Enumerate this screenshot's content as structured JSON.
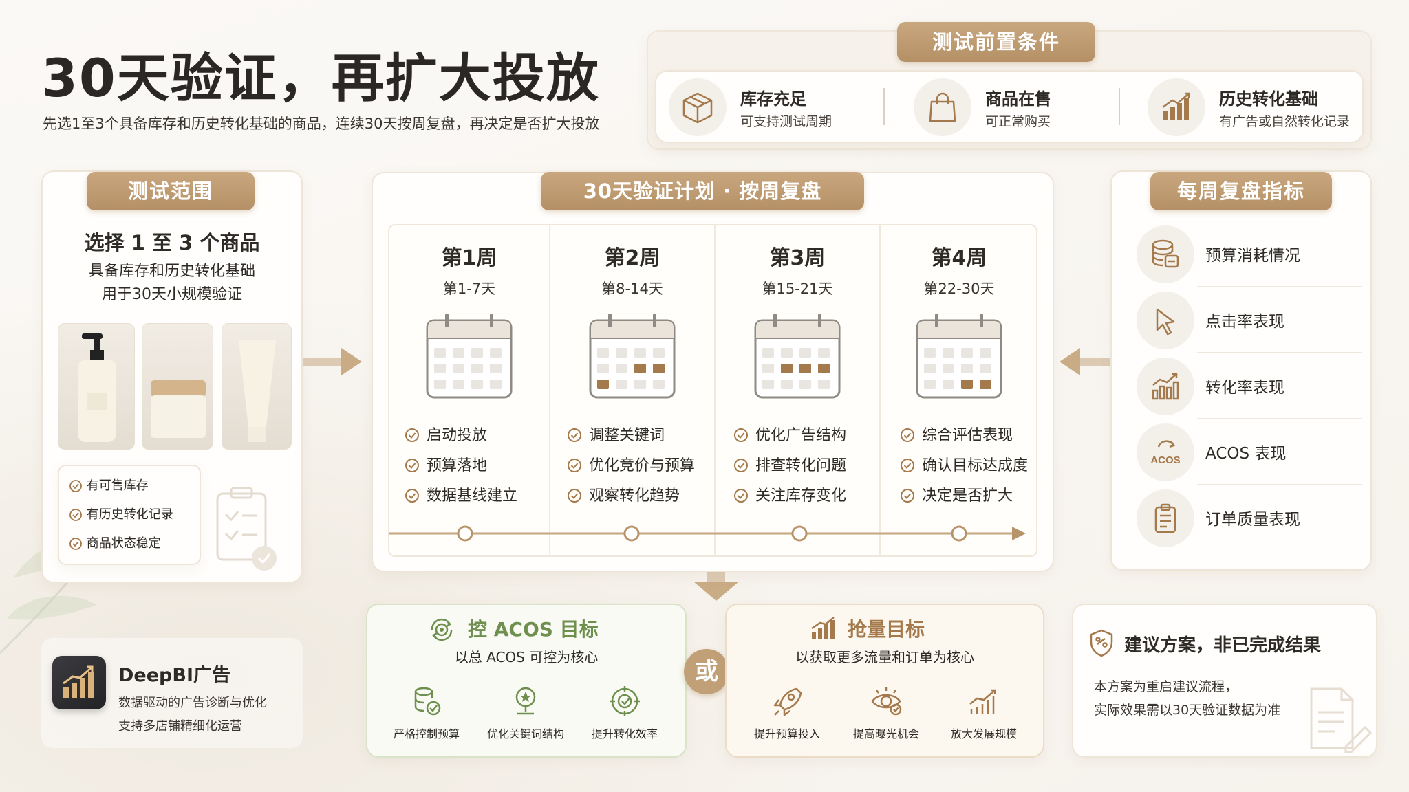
{
  "title": "30天验证，再扩大投放",
  "subtitle": "先选1至3个具备库存和历史转化基础的商品，连续30天按周复盘，再决定是否扩大投放",
  "preconditions": {
    "tag": "测试前置条件",
    "items": [
      {
        "icon": "box-icon",
        "title": "库存充足",
        "desc": "可支持测试周期"
      },
      {
        "icon": "shopping-bag-icon",
        "title": "商品在售",
        "desc": "可正常购买"
      },
      {
        "icon": "bar-growth-icon",
        "title": "历史转化基础",
        "desc": "有广告或自然转化记录"
      }
    ]
  },
  "scope": {
    "tag": "测试范围",
    "heading": "选择 1 至 3 个商品",
    "line1": "具备库存和历史转化基础",
    "line2": "用于30天小规模验证",
    "checks": [
      "有可售库存",
      "有历史转化记录",
      "商品状态稳定"
    ]
  },
  "plan": {
    "tag": "30天验证计划 · 按周复盘",
    "weeks": [
      {
        "title": "第1周",
        "days": "第1-7天",
        "tasks": [
          "启动投放",
          "预算落地",
          "数据基线建立"
        ],
        "highlight": []
      },
      {
        "title": "第2周",
        "days": "第8-14天",
        "tasks": [
          "调整关键词",
          "优化竞价与预算",
          "观察转化趋势"
        ],
        "highlight": [
          6,
          7,
          8
        ]
      },
      {
        "title": "第3周",
        "days": "第15-21天",
        "tasks": [
          "优化广告结构",
          "排查转化问题",
          "关注库存变化"
        ],
        "highlight": [
          5,
          6,
          7
        ]
      },
      {
        "title": "第4周",
        "days": "第22-30天",
        "tasks": [
          "综合评估表现",
          "确认目标达成度",
          "决定是否扩大"
        ],
        "highlight": [
          10,
          11
        ]
      }
    ]
  },
  "metrics": {
    "tag": "每周复盘指标",
    "items": [
      {
        "icon": "budget-coins-icon",
        "label": "预算消耗情况"
      },
      {
        "icon": "cursor-click-icon",
        "label": "点击率表现"
      },
      {
        "icon": "conversion-chart-icon",
        "label": "转化率表现"
      },
      {
        "icon": "acos-icon",
        "label": "ACOS 表现",
        "icon_text": "ACOS"
      },
      {
        "icon": "clipboard-icon",
        "label": "订单质量表现"
      }
    ]
  },
  "acos_goal": {
    "title": "控 ACOS 目标",
    "desc": "以总 ACOS 可控为核心",
    "items": [
      "严格控制预算",
      "优化关键词结构",
      "提升转化效率"
    ]
  },
  "or_label": "或",
  "volume_goal": {
    "title": "抢量目标",
    "desc": "以获取更多流量和订单为核心",
    "items": [
      "提升预算投入",
      "提高曝光机会",
      "放大发展规模"
    ]
  },
  "advice": {
    "title": "建议方案，非已完成结果",
    "line1": "本方案为重启建议流程，",
    "line2": "实际效果需以30天验证数据为准"
  },
  "brand": {
    "name": "DeepBI广告",
    "line1": "数据驱动的广告诊断与优化",
    "line2": "支持多店铺精细化运营"
  },
  "colors": {
    "accent": "#b8946a",
    "green": "#6f8f4e",
    "dark": "#2e2a26"
  }
}
